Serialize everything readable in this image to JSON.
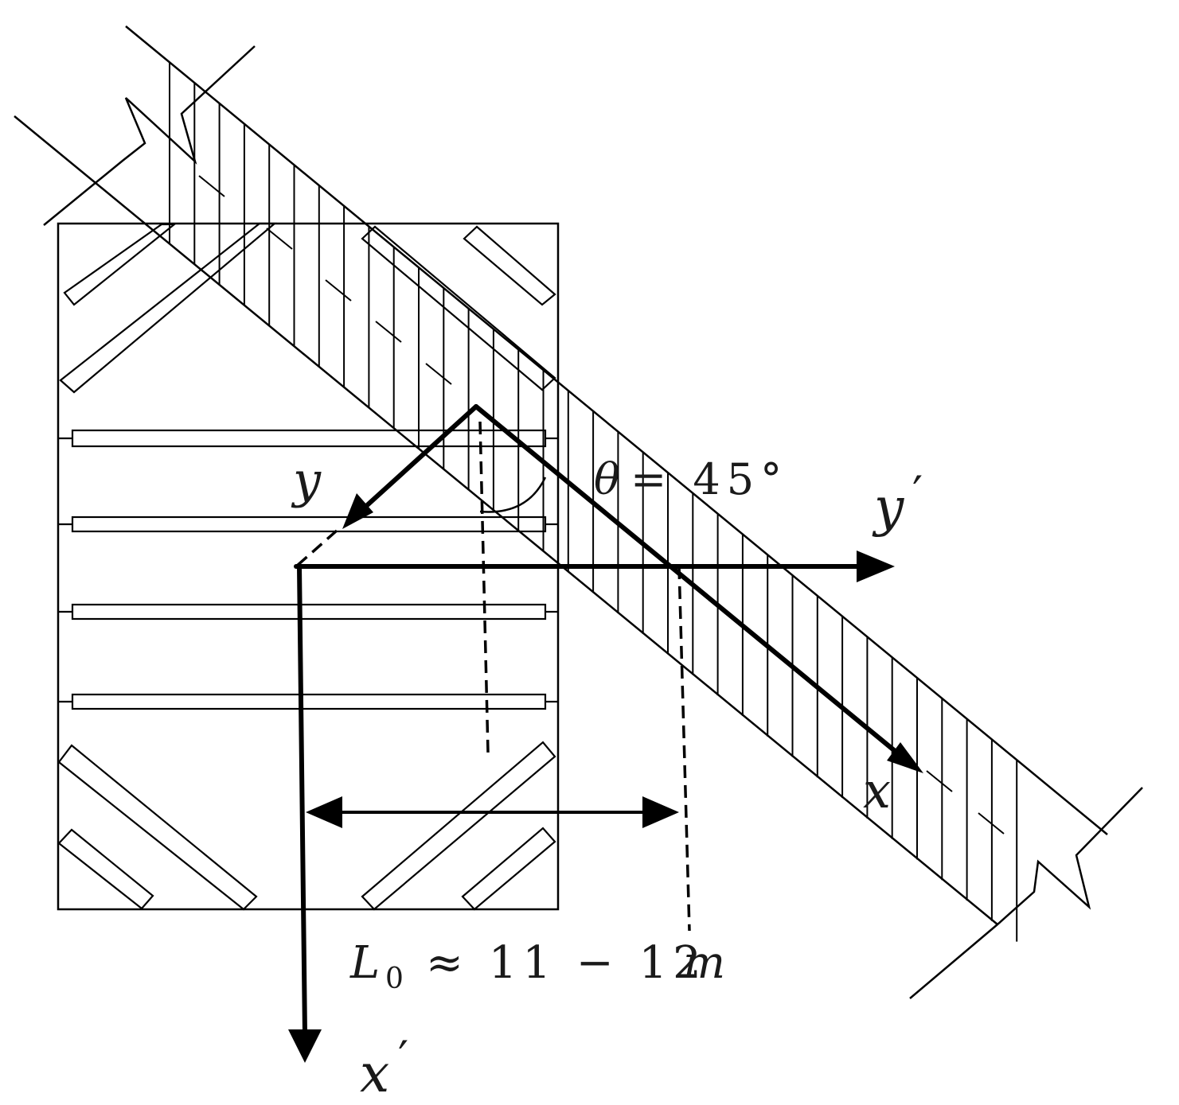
{
  "labels": {
    "y": "y",
    "y_prime_base": "y",
    "prime": "′",
    "x": "x",
    "x_prime_base": "x",
    "theta_symbol": "θ",
    "theta_value": "= 45°",
    "l_base": "L",
    "l_sub": "0",
    "l_value": "≈ 11 − 12",
    "l_unit": "m"
  },
  "colors": {
    "ink": "#000000",
    "label_ink": "#1a1a1a"
  }
}
